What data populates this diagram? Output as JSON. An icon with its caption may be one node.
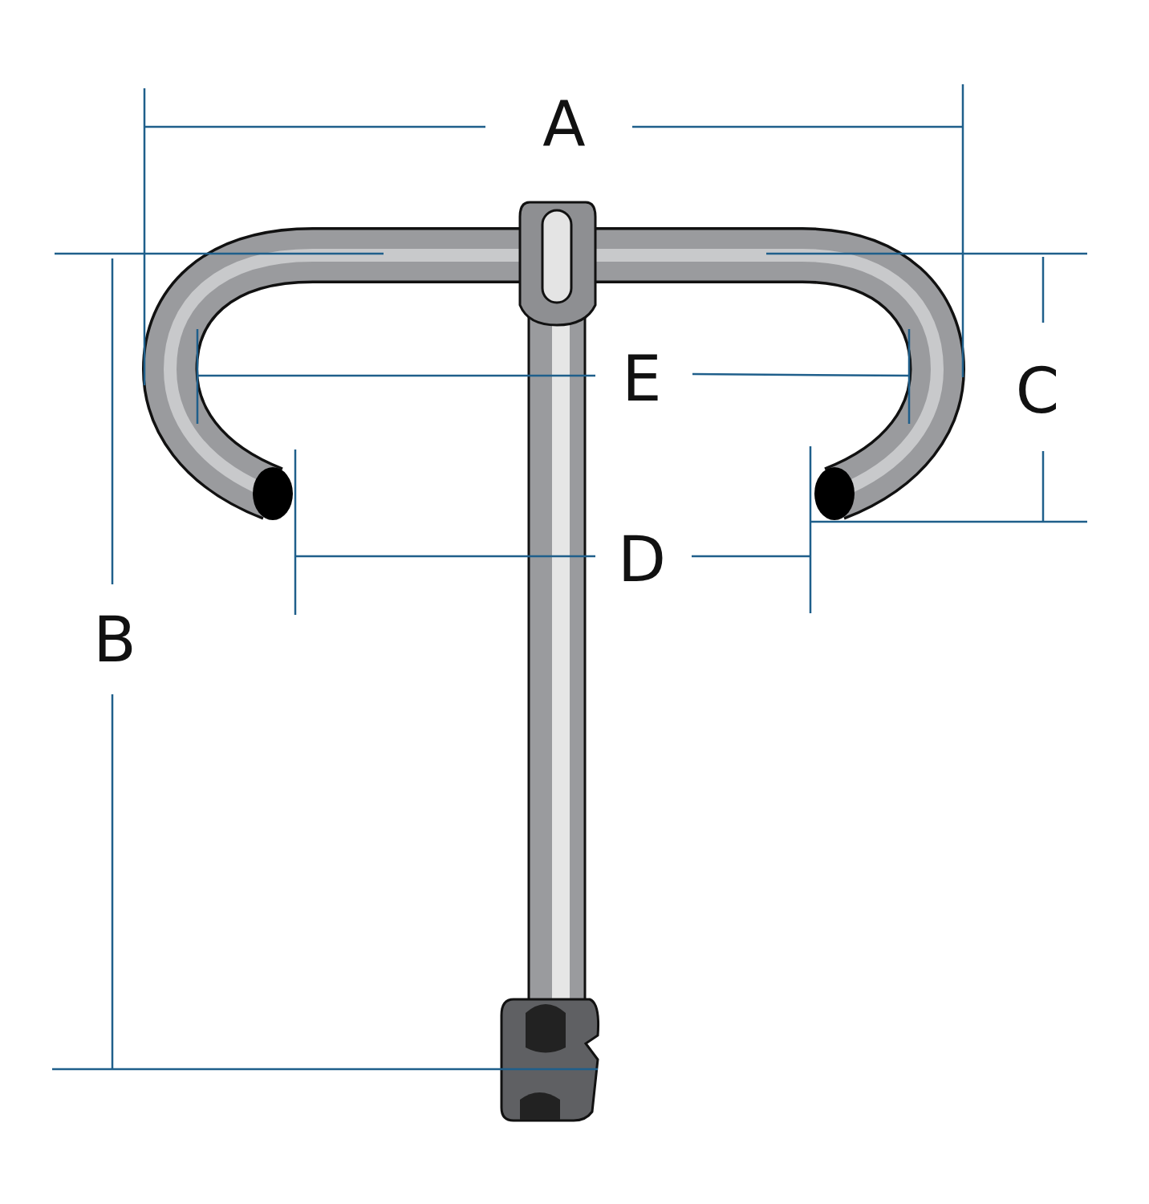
{
  "diagram": {
    "labels": [
      "A",
      "E",
      "C",
      "D",
      "B"
    ]
  }
}
